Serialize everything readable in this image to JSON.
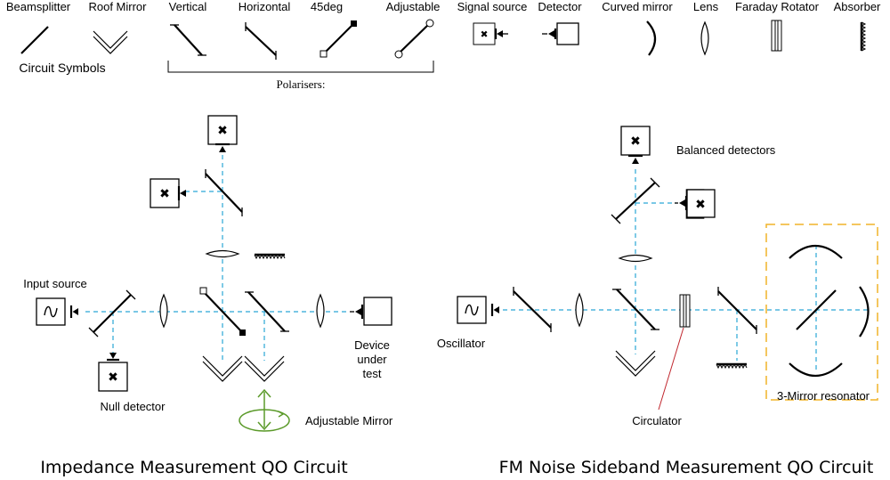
{
  "legend": {
    "beamsplitter": "Beamsplitter",
    "roof_mirror": "Roof Mirror",
    "circuit_symbols": "Circuit Symbols",
    "polariser_vertical": "Vertical",
    "polariser_horizontal": "Horizontal",
    "polariser_45deg": "45deg",
    "polariser_adjustable": "Adjustable",
    "polarisers": "Polarisers:",
    "signal_source": "Signal source",
    "detector": "Detector",
    "curved_mirror": "Curved mirror",
    "lens": "Lens",
    "faraday_rotator": "Faraday Rotator",
    "absorber": "Absorber"
  },
  "left": {
    "input_source": "Input source",
    "null_detector": "Null detector",
    "device_line1": "Device",
    "device_line2": "under",
    "device_line3": "test",
    "adjustable_mirror": "Adjustable Mirror",
    "title": "Impedance Measurement QO Circuit"
  },
  "right": {
    "balanced_detectors": "Balanced detectors",
    "oscillator": "Oscillator",
    "circulator": "Circulator",
    "resonator": "3-Mirror resonator",
    "title": "FM Noise Sideband Measurement QO Circuit"
  },
  "colors": {
    "beam": "#2aa6d6",
    "adjustable_indicator": "#5b9a2a",
    "resonator_box": "#f0b429",
    "circulator_pointer": "#c0262d"
  }
}
